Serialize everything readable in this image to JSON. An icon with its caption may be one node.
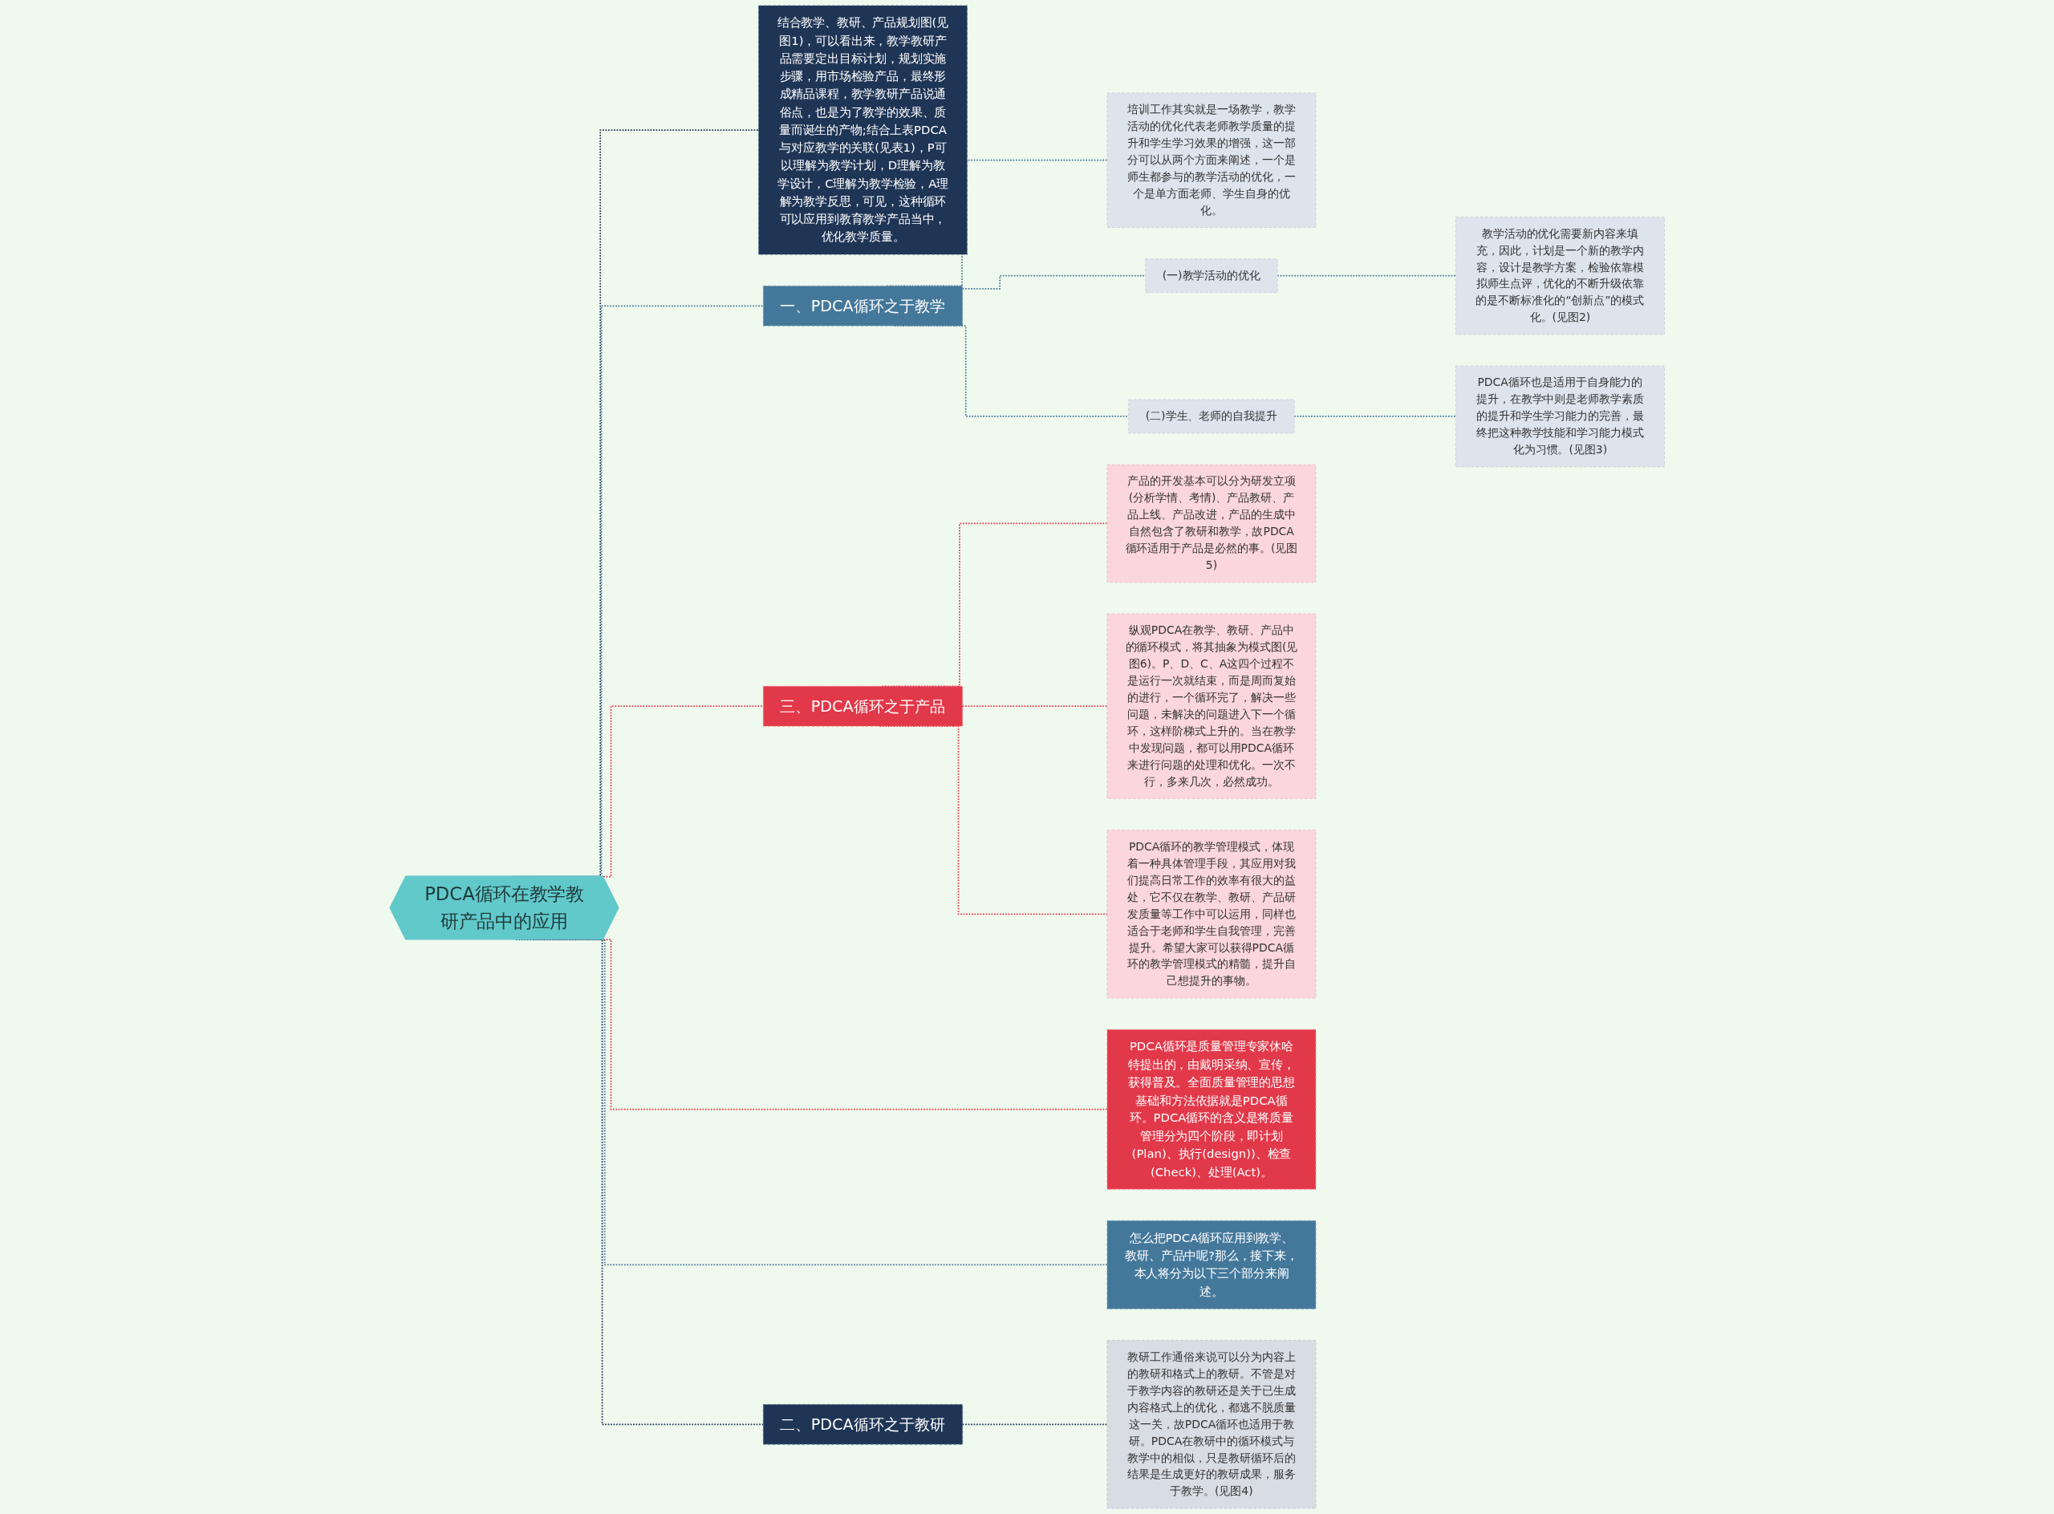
{
  "diagram": {
    "nodes": [
      {
        "text": [
          "PDCA循环在教学教研产品中的应用"
        ]
      },
      {
        "text": [
          "结合教学、教研、产品规划图(见图1)，可以看出来，教学教研产品需要定出目标计划，规划实施步骤，用市场检验产品，最终形成精品课程，教学教研产品说通俗点，也是为了教学的效果、质量而诞生的产物;结合上表PDCA与对应教学的关联(见表1)，P可以理解为教学计划，D理解为教学设计，C理解为教学检验，A理解为教学反思，可见，这种循环可以应用到教育教学产品当中，优化教学质量。"
        ]
      },
      {
        "text": [
          "一、PDCA循环之于教学"
        ]
      },
      {
        "text": [
          "培训工作其实就是一场教学，教学活动的优化代表老师教学质量的提升和学生学习效果的增强，这一部分可以从两个方面来阐述，一个是师生都参与的教学活动的优化，一个是单方面老师、学生自身的优化。"
        ]
      },
      {
        "text": [
          "(一)教学活动的优化"
        ]
      },
      {
        "text": [
          "教学活动的优化需要新内容来填充，因此，计划是一个新的教学内容，设计是教学方案，检验依靠模拟师生点评，优化的不断升级依靠的是不断标准化的“创新点”的模式化。(见图2)"
        ]
      },
      {
        "text": [
          "(二)学生、老师的自我提升"
        ]
      },
      {
        "text": [
          "PDCA循环也是适用于自身能力的提升，在教学中则是老师教学素质的提升和学生学习能力的完善，最终把这种教学技能和学习能力模式化为习惯。(见图3)"
        ]
      },
      {
        "text": [
          "三、PDCA循环之于产品"
        ]
      },
      {
        "text": [
          "产品的开发基本可以分为研发立项(分析学情、考情)、产品教研、产品上线、产品改进，产品的生成中自然包含了教研和教学，故PDCA循环适用于产品是必然的事。(见图5)"
        ]
      },
      {
        "text": [
          "纵观PDCA在教学、教研、产品中的循环模式，将其抽象为模式图(见图6)。P、D、C、A这四个过程不是运行一次就结束，而是周而复始的进行，一个循环完了，解决一些问题，未解决的问题进入下一个循环，这样阶梯式上升的。当在教学中发现问题，都可以用PDCA循环来进行问题的处理和优化。一次不行，多来几次，必然成功。"
        ]
      },
      {
        "text": [
          "PDCA循环的教学管理模式，体现着一种具体管理手段，其应用对我们提高日常工作的效率有很大的益处，它不仅在教学、教研、产品研发质量等工作中可以运用，同样也适合于老师和学生自我管理，完善提升。希望大家可以获得PDCA循环的教学管理模式的精髓，提升自己想提升的事物。"
        ]
      },
      {
        "text": [
          "PDCA循环是质量管理专家休哈特提出的，由戴明采纳、宣传，获得普及。全面质量管理的思想基础和方法依据就是PDCA循环。PDCA循环的含义是将质量管理分为四个阶段，即计划(Plan)、执行(design))、检查(Check)、处理(Act)。"
        ]
      },
      {
        "text": [
          "怎么把PDCA循环应用到教学、教研、产品中呢?那么，接下来，本人将分为以下三个部分来阐述。"
        ]
      },
      {
        "text": [
          "二、PDCA循环之于教研"
        ]
      },
      {
        "text": [
          "教研工作通俗来说可以分为内容上的教研和格式上的教研。不管是对于教学内容的教研还是关于已生成内容格式上的优化，都逃不脱质量这一关，故PDCA循环也适用于教研。PDCA在教研中的循环模式与教学中的相似，只是教研循环后的结果是生成更好的教研成果，服务于教学。(见图4)"
        ]
      }
    ],
    "edges": [
      {
        "from": 0,
        "to": 1,
        "arrow": "none",
        "style": "dashed",
        "color": "#1f3556"
      },
      {
        "from": 0,
        "to": 2,
        "arrow": "none",
        "style": "dashed",
        "color": "#44789b"
      },
      {
        "from": 2,
        "to": 3,
        "arrow": "none",
        "style": "dashed",
        "color": "#44789b"
      },
      {
        "from": 2,
        "to": 4,
        "arrow": "none",
        "style": "dashed",
        "color": "#44789b"
      },
      {
        "from": 4,
        "to": 5,
        "arrow": "none",
        "style": "dashed",
        "color": "#44789b"
      },
      {
        "from": 2,
        "to": 6,
        "arrow": "none",
        "style": "dashed",
        "color": "#44789b"
      },
      {
        "from": 6,
        "to": 7,
        "arrow": "none",
        "style": "dashed",
        "color": "#44789b"
      },
      {
        "from": 0,
        "to": 8,
        "arrow": "none",
        "style": "dashed",
        "color": "#e2394a"
      },
      {
        "from": 8,
        "to": 9,
        "arrow": "none",
        "style": "dashed",
        "color": "#e2394a"
      },
      {
        "from": 8,
        "to": 10,
        "arrow": "none",
        "style": "dashed",
        "color": "#e2394a"
      },
      {
        "from": 8,
        "to": 11,
        "arrow": "none",
        "style": "dashed",
        "color": "#e2394a"
      },
      {
        "from": 0,
        "to": 12,
        "arrow": "none",
        "style": "dashed",
        "color": "#e2394a"
      },
      {
        "from": 0,
        "to": 13,
        "arrow": "none",
        "style": "dashed",
        "color": "#44789b"
      },
      {
        "from": 0,
        "to": 14,
        "arrow": "none",
        "style": "dashed",
        "color": "#1f3556"
      },
      {
        "from": 14,
        "to": 15,
        "arrow": "none",
        "style": "dashed",
        "color": "#1f3556"
      }
    ]
  }
}
